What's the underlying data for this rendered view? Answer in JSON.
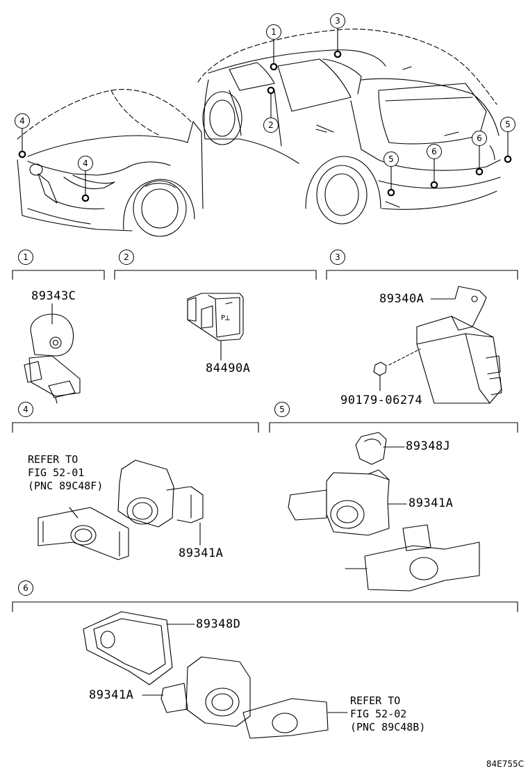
{
  "callouts": {
    "c1": "1",
    "c2": "2",
    "c3": "3",
    "c4": "4",
    "c5": "5",
    "c6": "6"
  },
  "parts": {
    "p89343C": "89343C",
    "p84490A": "84490A",
    "p89340A": "89340A",
    "p90179": "90179-06274",
    "p89348J": "89348J",
    "p89341A_s4": "89341A",
    "p89341A_s5": "89341A",
    "p89348D": "89348D",
    "p89341A_s6": "89341A"
  },
  "notes": {
    "ref1": [
      "REFER TO",
      "FIG 52-01",
      "(PNC 89C48F)"
    ],
    "ref2": [
      "REFER TO",
      "FIG 52-02",
      "(PNC 89C48B)"
    ]
  },
  "switch_label": "P⟂",
  "diagram_code": "84E755C"
}
